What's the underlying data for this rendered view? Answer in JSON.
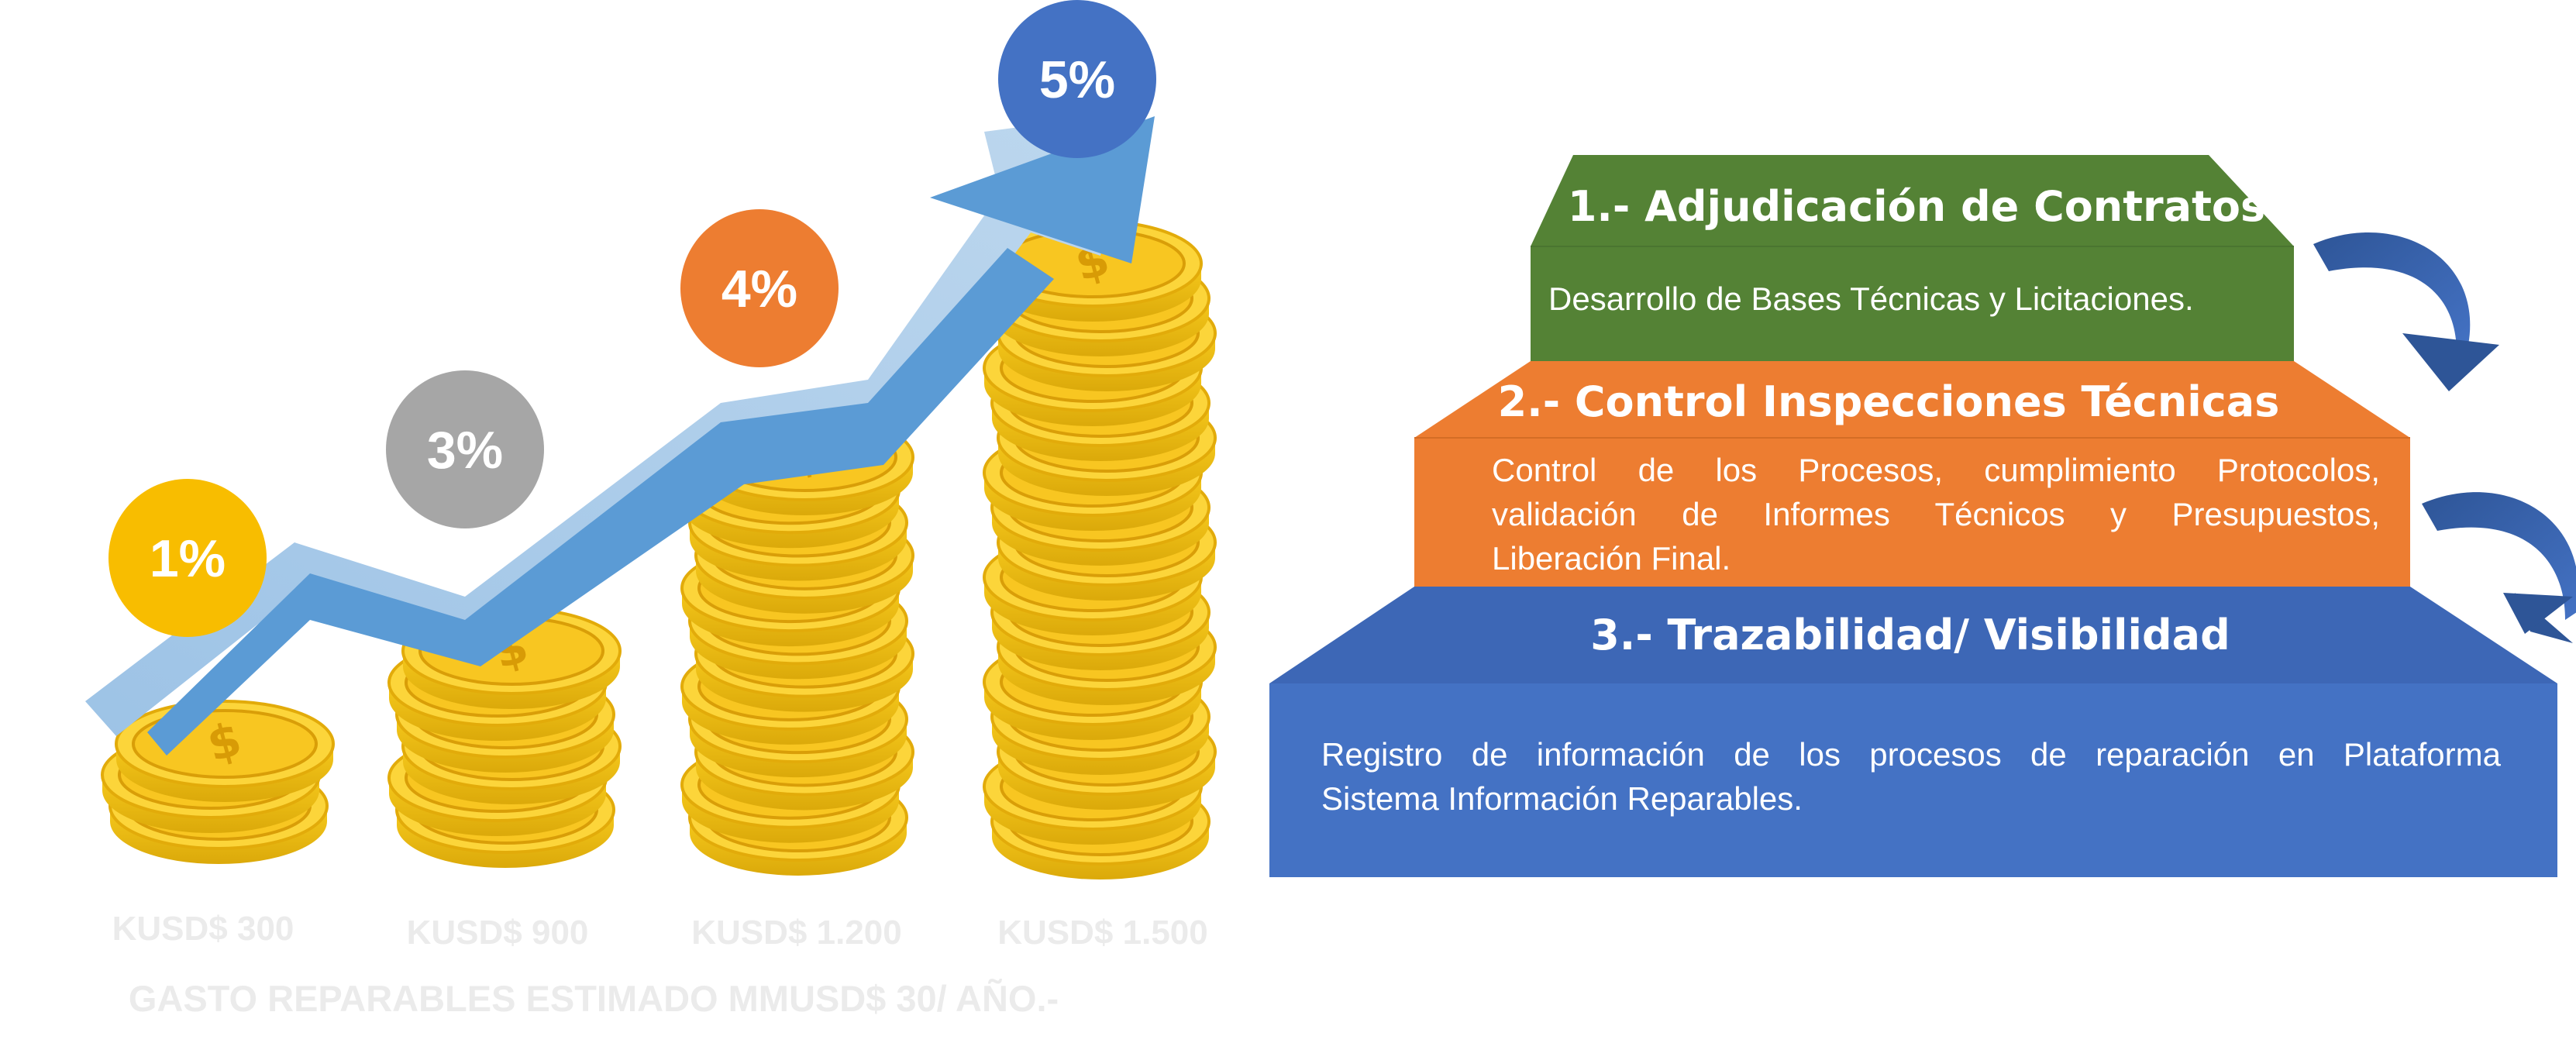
{
  "growth": {
    "percentages": [
      {
        "label": "1%",
        "color": "#f8bd00"
      },
      {
        "label": "3%",
        "color": "#a6a6a6"
      },
      {
        "label": "4%",
        "color": "#ed7d31"
      },
      {
        "label": "5%",
        "color": "#4472c4"
      }
    ],
    "amounts": [
      "KUSD$ 300",
      "KUSD$ 900",
      "KUSD$ 1.200",
      "KUSD$ 1.500"
    ],
    "footer": "GASTO REPARABLES ESTIMADO MMUSD$ 30/ AÑO.-"
  },
  "steps": [
    {
      "title": "1.- Adjudicación de Contratos",
      "lines": [
        "Desarrollo de Bases Técnicas y Licitaciones."
      ],
      "color": "#548235"
    },
    {
      "title": "2.- Control Inspecciones Técnicas",
      "lines": [
        "Control de los Procesos, cumplimiento Protocolos,",
        "validación de Informes Técnicos y Presupuestos,",
        "Liberación Final."
      ],
      "color": "#ed7d31"
    },
    {
      "title": "3.- Trazabilidad/ Visibilidad",
      "lines": [
        "Registro de información de los procesos de reparación en Plataforma",
        "Sistema Información Reparables."
      ],
      "color": "#4472c4"
    }
  ]
}
